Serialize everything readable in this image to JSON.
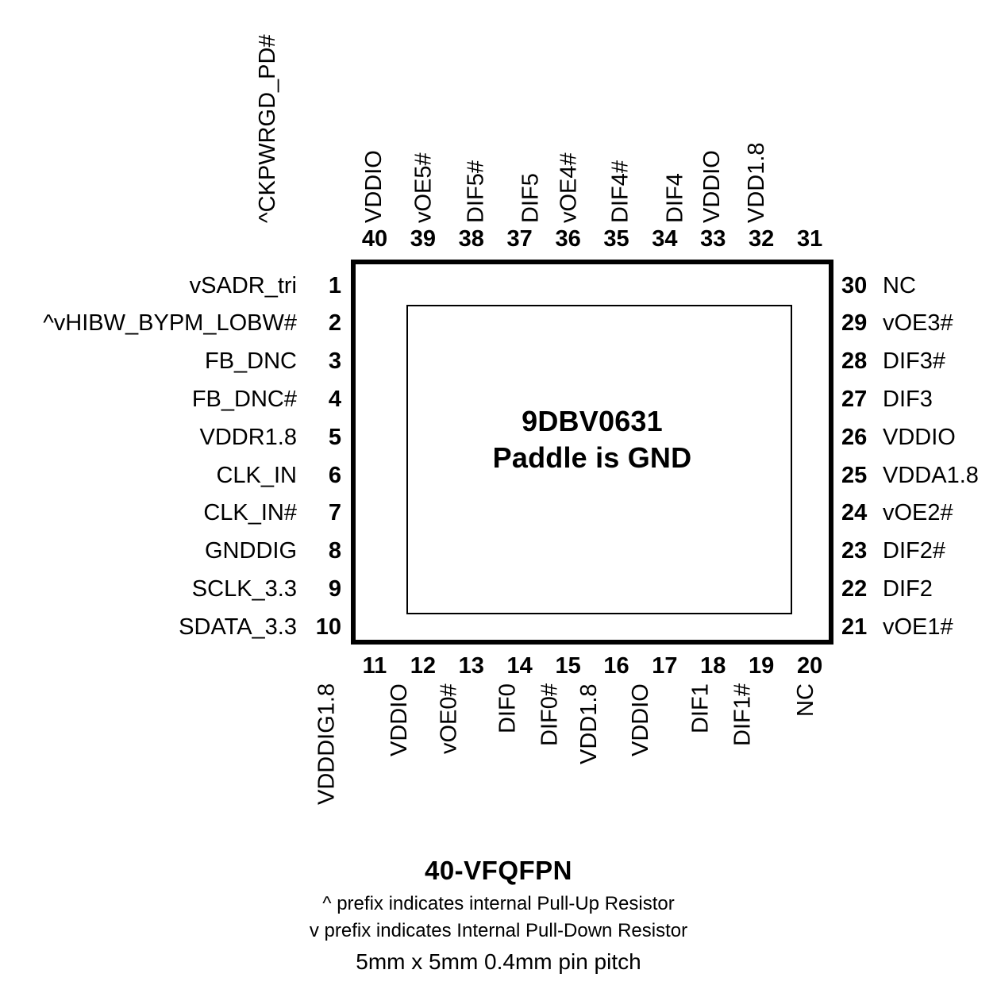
{
  "package": {
    "center_line1": "9DBV0631",
    "center_line2": "Paddle is GND",
    "footer_title": "40-VFQFPN",
    "footer_note_1": "^ prefix indicates internal Pull-Up Resistor",
    "footer_note_2": "v prefix indicates Internal Pull-Down Resistor",
    "footer_size": "5mm x 5mm 0.4mm pin pitch",
    "outline_color": "#000000",
    "paddle_color": "#000000",
    "text_color": "#000000",
    "background": "#ffffff"
  },
  "pins": {
    "left": [
      {
        "number": "1",
        "label": "vSADR_tri"
      },
      {
        "number": "2",
        "label": "^vHIBW_BYPM_LOBW#"
      },
      {
        "number": "3",
        "label": "FB_DNC"
      },
      {
        "number": "4",
        "label": "FB_DNC#"
      },
      {
        "number": "5",
        "label": "VDDR1.8"
      },
      {
        "number": "6",
        "label": "CLK_IN"
      },
      {
        "number": "7",
        "label": "CLK_IN#"
      },
      {
        "number": "8",
        "label": "GNDDIG"
      },
      {
        "number": "9",
        "label": "SCLK_3.3"
      },
      {
        "number": "10",
        "label": "SDATA_3.3"
      }
    ],
    "bottom": [
      {
        "number": "11",
        "label": "VDDDIG1.8"
      },
      {
        "number": "12",
        "label": "VDDIO"
      },
      {
        "number": "13",
        "label": "vOE0#"
      },
      {
        "number": "14",
        "label": "DIF0"
      },
      {
        "number": "15",
        "label": "DIF0#"
      },
      {
        "number": "16",
        "label": "VDD1.8"
      },
      {
        "number": "17",
        "label": "VDDIO"
      },
      {
        "number": "18",
        "label": "DIF1"
      },
      {
        "number": "19",
        "label": "DIF1#"
      },
      {
        "number": "20",
        "label": "NC"
      }
    ],
    "right": [
      {
        "number": "30",
        "label": "NC"
      },
      {
        "number": "29",
        "label": "vOE3#"
      },
      {
        "number": "28",
        "label": "DIF3#"
      },
      {
        "number": "27",
        "label": "DIF3"
      },
      {
        "number": "26",
        "label": "VDDIO"
      },
      {
        "number": "25",
        "label": "VDDA1.8"
      },
      {
        "number": "24",
        "label": "vOE2#"
      },
      {
        "number": "23",
        "label": "DIF2#"
      },
      {
        "number": "22",
        "label": "DIF2"
      },
      {
        "number": "21",
        "label": "vOE1#"
      }
    ],
    "top": [
      {
        "number": "40",
        "label": "^CKPWRGD_PD#"
      },
      {
        "number": "39",
        "label": "VDDIO"
      },
      {
        "number": "38",
        "label": "vOE5#"
      },
      {
        "number": "37",
        "label": "DIF5#"
      },
      {
        "number": "36",
        "label": "DIF5"
      },
      {
        "number": "35",
        "label": "vOE4#"
      },
      {
        "number": "34",
        "label": "DIF4#"
      },
      {
        "number": "33",
        "label": "DIF4"
      },
      {
        "number": "32",
        "label": "VDDIO"
      },
      {
        "number": "31",
        "label": "VDD1.8"
      }
    ]
  }
}
